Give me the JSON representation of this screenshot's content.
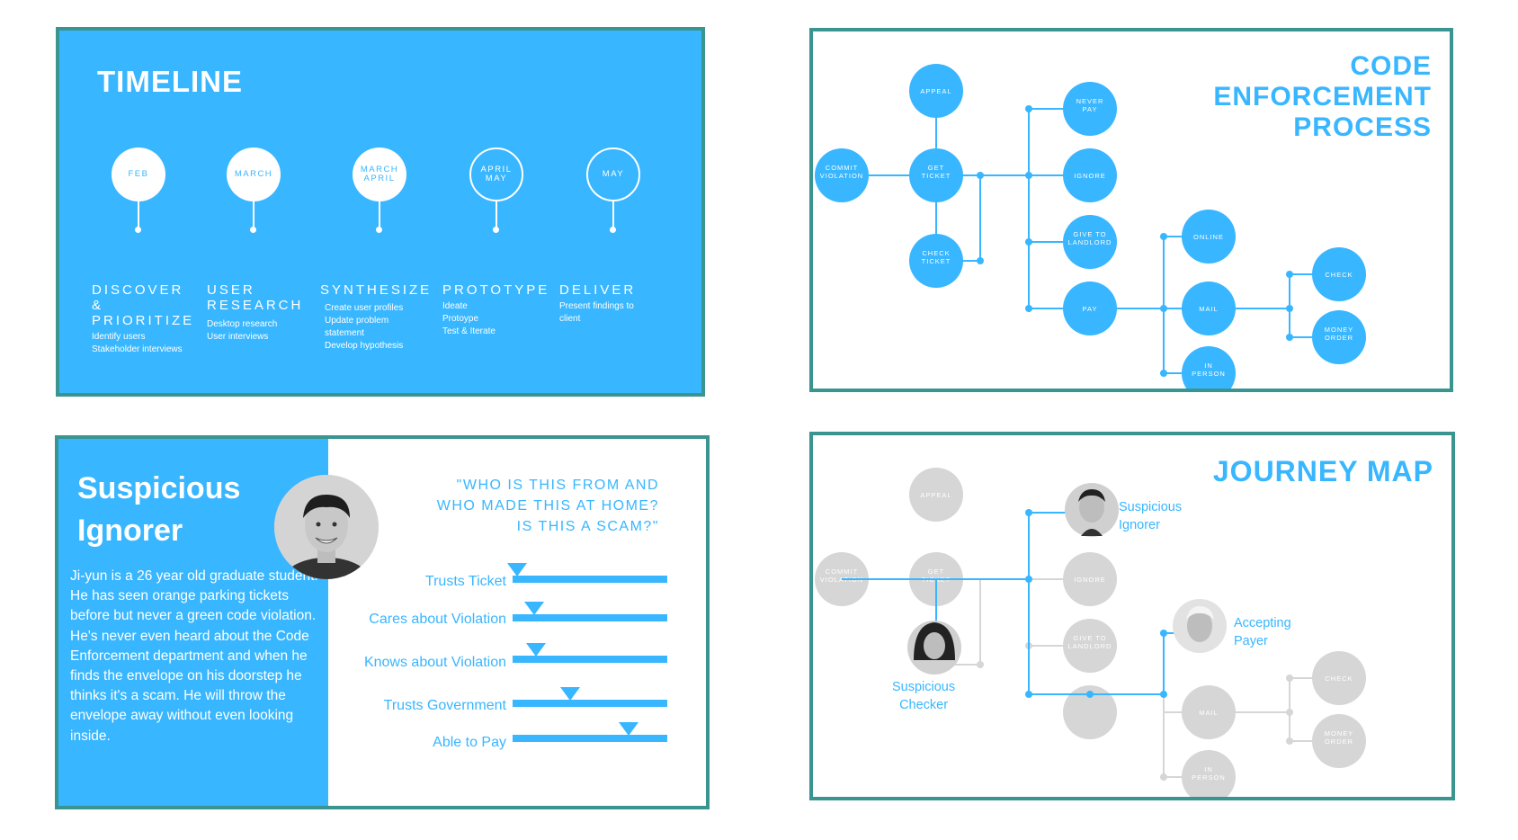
{
  "timeline": {
    "title": "TIMELINE",
    "stages": [
      {
        "circle": "FEB",
        "heading": "DISCOVER\n&\nPRIORITIZE",
        "desc": "Identify users\nStakeholder interviews"
      },
      {
        "circle": "MARCH",
        "heading": "USER\nRESEARCH",
        "desc": "Desktop research\nUser interviews"
      },
      {
        "circle": "MARCH\nAPRIL",
        "heading": "SYNTHESIZE",
        "desc": "Create user profiles\nUpdate problem\nstatement\nDevelop hypothesis"
      },
      {
        "circle": "APRIL\nMAY",
        "heading": "PROTOTYPE",
        "desc": "Ideate\nProtoype\nTest & Iterate"
      },
      {
        "circle": "MAY",
        "heading": "DELIVER",
        "desc": "Present findings to\nclient"
      }
    ]
  },
  "code_enforcement": {
    "title": "CODE\nENFORCEMENT\nPROCESS",
    "nodes": {
      "appeal": "APPEAL",
      "commit": "COMMIT\nVIOLATION",
      "get_ticket": "GET\nTICKET",
      "check_ticket": "CHECK\nTICKET",
      "never_pay": "NEVER\nPAY",
      "ignore": "IGNORE",
      "give_landlord": "GIVE TO\nLANDLORD",
      "pay": "PAY",
      "online": "ONLINE",
      "mail": "MAIL",
      "in_person": "IN\nPERSON",
      "check": "CHECK",
      "money_order": "MONEY\nORDER"
    }
  },
  "persona": {
    "name": "Suspicious\nIgnorer",
    "bio": "Ji-yun is a 26 year old graduate student. He has seen orange parking tickets before but never a green code violation. He's never even heard about the Code Enforcement department and when he finds the envelope on his doorstep he thinks it's a scam. He will throw the envelope away without even looking inside.",
    "quote": "\"WHO IS THIS FROM AND\nWHO MADE THIS AT HOME?\nIS THIS A SCAM?\"",
    "scales": [
      {
        "label": "Trusts Ticket",
        "value": 0.03
      },
      {
        "label": "Cares about Violation",
        "value": 0.14
      },
      {
        "label": "Knows about Violation",
        "value": 0.15
      },
      {
        "label": "Trusts Government",
        "value": 0.37
      },
      {
        "label": "Able to Pay",
        "value": 0.75
      }
    ]
  },
  "journey_map": {
    "title": "JOURNEY MAP",
    "personas": {
      "ignorer": "Suspicious\nIgnorer",
      "checker": "Suspicious\nChecker",
      "payer": "Accepting\nPayer"
    }
  },
  "colors": {
    "accent": "#38b6ff",
    "border": "#3a9490",
    "grey_node": "#d6d6d6"
  }
}
